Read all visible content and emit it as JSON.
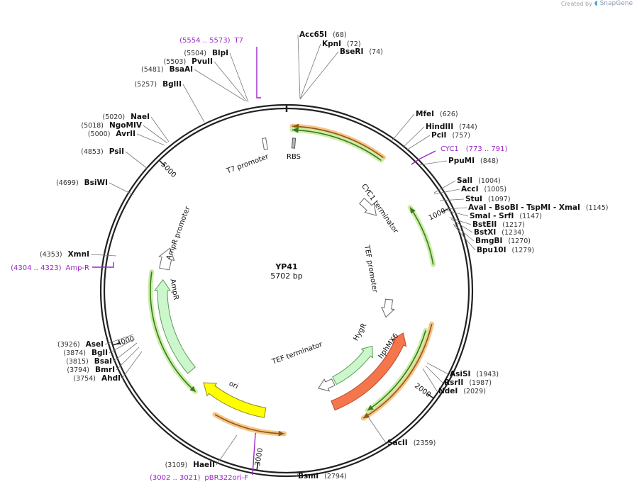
{
  "brand": {
    "created_by": "Created by",
    "app": "SnapGene"
  },
  "plasmid": {
    "name": "YP41",
    "size": "5702 bp"
  },
  "ticks": [
    {
      "label": "1000",
      "pos": 1000
    },
    {
      "label": "2000",
      "pos": 2000
    },
    {
      "label": "3000",
      "pos": 3000
    },
    {
      "label": "4000",
      "pos": 4000
    },
    {
      "label": "5000",
      "pos": 5000
    }
  ],
  "sites_right": [
    {
      "name": "Acc65I",
      "pos": "(68)"
    },
    {
      "name": "KpnI",
      "pos": "(72)"
    },
    {
      "name": "BseRI",
      "pos": "(74)"
    },
    {
      "name": "MfeI",
      "pos": "(626)"
    },
    {
      "name": "HindIII",
      "pos": "(744)"
    },
    {
      "name": "PciI",
      "pos": "(757)"
    },
    {
      "name": "PpuMI",
      "pos": "(848)"
    },
    {
      "name": "SalI",
      "pos": "(1004)"
    },
    {
      "name": "AccI",
      "pos": "(1005)"
    },
    {
      "name": "StuI",
      "pos": "(1097)"
    },
    {
      "name": "AvaI  - BsoBI  - TspMI  - XmaI",
      "pos": "(1145)"
    },
    {
      "name": "SmaI  - SrfI",
      "pos": "(1147)"
    },
    {
      "name": "BstEII",
      "pos": "(1217)"
    },
    {
      "name": "BstXI",
      "pos": "(1234)"
    },
    {
      "name": "BmgBI",
      "pos": "(1270)"
    },
    {
      "name": "Bpu10I",
      "pos": "(1279)"
    },
    {
      "name": "AsiSI",
      "pos": "(1943)"
    },
    {
      "name": "RsrII",
      "pos": "(1987)"
    },
    {
      "name": "NdeI",
      "pos": "(2029)"
    },
    {
      "name": "SacII",
      "pos": "(2359)"
    },
    {
      "name": "BsmI",
      "pos": "(2794)"
    }
  ],
  "sites_left": [
    {
      "name": "HaeII",
      "pos": "(3109)"
    },
    {
      "name": "AhdI",
      "pos": "(3754)"
    },
    {
      "name": "BmrI",
      "pos": "(3794)"
    },
    {
      "name": "BsaI",
      "pos": "(3815)"
    },
    {
      "name": "BglI",
      "pos": "(3874)"
    },
    {
      "name": "AseI",
      "pos": "(3926)"
    },
    {
      "name": "XmnI",
      "pos": "(4353)"
    },
    {
      "name": "BsiWI",
      "pos": "(4699)"
    },
    {
      "name": "PsiI",
      "pos": "(4853)"
    },
    {
      "name": "AvrII",
      "pos": "(5000)"
    },
    {
      "name": "NgoMIV",
      "pos": "(5018)"
    },
    {
      "name": "NaeI",
      "pos": "(5020)"
    },
    {
      "name": "BglII",
      "pos": "(5257)"
    },
    {
      "name": "BsaAI",
      "pos": "(5481)"
    },
    {
      "name": "PvuII",
      "pos": "(5503)"
    },
    {
      "name": "BlpI",
      "pos": "(5504)"
    }
  ],
  "primers": [
    {
      "name": "T7",
      "range": "(5554 .. 5573)"
    },
    {
      "name": "CYC1",
      "range": "(773 .. 791)"
    },
    {
      "name": "Amp-R",
      "range": "(4304 .. 4323)"
    },
    {
      "name": "pBR322ori-F",
      "range": "(3002 .. 3021)"
    }
  ],
  "features": [
    {
      "label": "T7 promoter"
    },
    {
      "label": "RBS"
    },
    {
      "label": "CYC1 terminator"
    },
    {
      "label": "TEF promoter"
    },
    {
      "label": "HygR"
    },
    {
      "label": "hphMX6"
    },
    {
      "label": "TEF terminator"
    },
    {
      "label": "ori"
    },
    {
      "label": "AmpR"
    },
    {
      "label": "AmpR promoter"
    }
  ],
  "colors": {
    "hphMX6": "#f5764d",
    "HygR": "#ccf7cc",
    "ori": "#ffff00",
    "AmpR": "#ccf7cc",
    "primer": "#9b27c9",
    "orf_outer": "#f7c485",
    "orf_inner": "#cceeaa",
    "backbone": "#222222"
  }
}
